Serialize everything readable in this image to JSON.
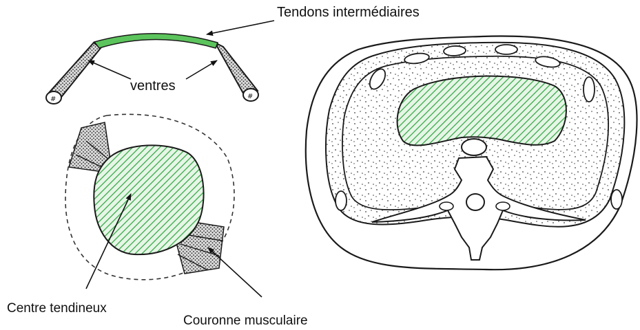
{
  "labels": {
    "tendons_intermediaires": "Tendons intermédiaires",
    "ventres": "ventres",
    "centre_tendineux": "Centre tendineux",
    "couronne_musculaire": "Couronne musculaire"
  },
  "colors": {
    "tendon_green": "#5cc45c",
    "hatch_green": "#3aa84a",
    "hatch_background": "#e6f6e6",
    "outline": "#1a1a1a",
    "stipple": "#3a3a3a"
  },
  "icons": {
    "arrow": "arrow-icon"
  }
}
